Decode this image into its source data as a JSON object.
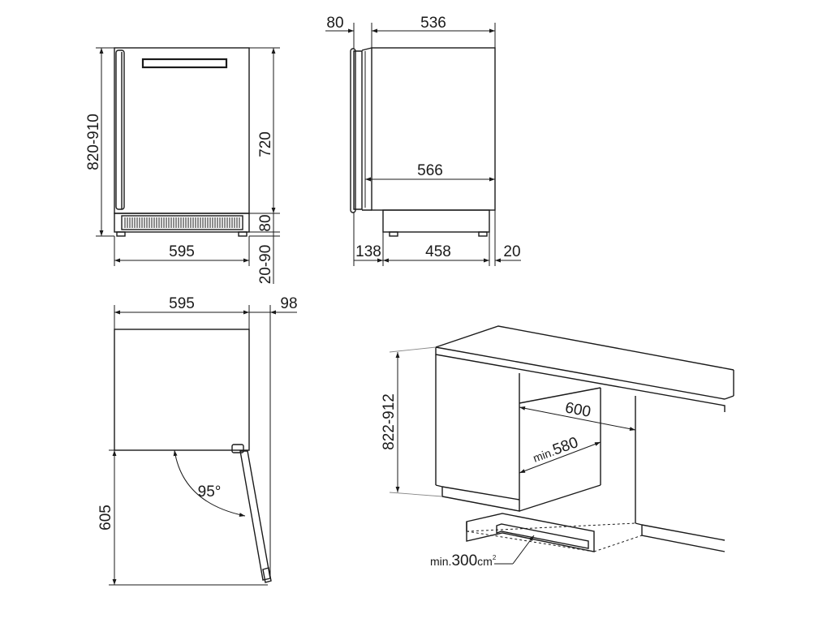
{
  "front_view": {
    "height_range": "820-910",
    "body_height": "720",
    "plinth_height": "80",
    "feet_height": "20-90",
    "width": "595"
  },
  "side_view": {
    "door_depth": "80",
    "body_depth": "536",
    "internal_depth": "566",
    "front_offset": "138",
    "base_depth": "458",
    "rear_offset": "20"
  },
  "top_view": {
    "width": "595",
    "hinge_offset": "98",
    "door_open_depth": "605",
    "door_angle": "95°"
  },
  "niche_view": {
    "height_range": "822-912",
    "niche_width": "600",
    "niche_min_depth_prefix": "min.",
    "niche_min_depth": "580",
    "vent_prefix": "min.",
    "vent_area": "300",
    "vent_unit": "cm",
    "vent_unit_sup": "2"
  }
}
